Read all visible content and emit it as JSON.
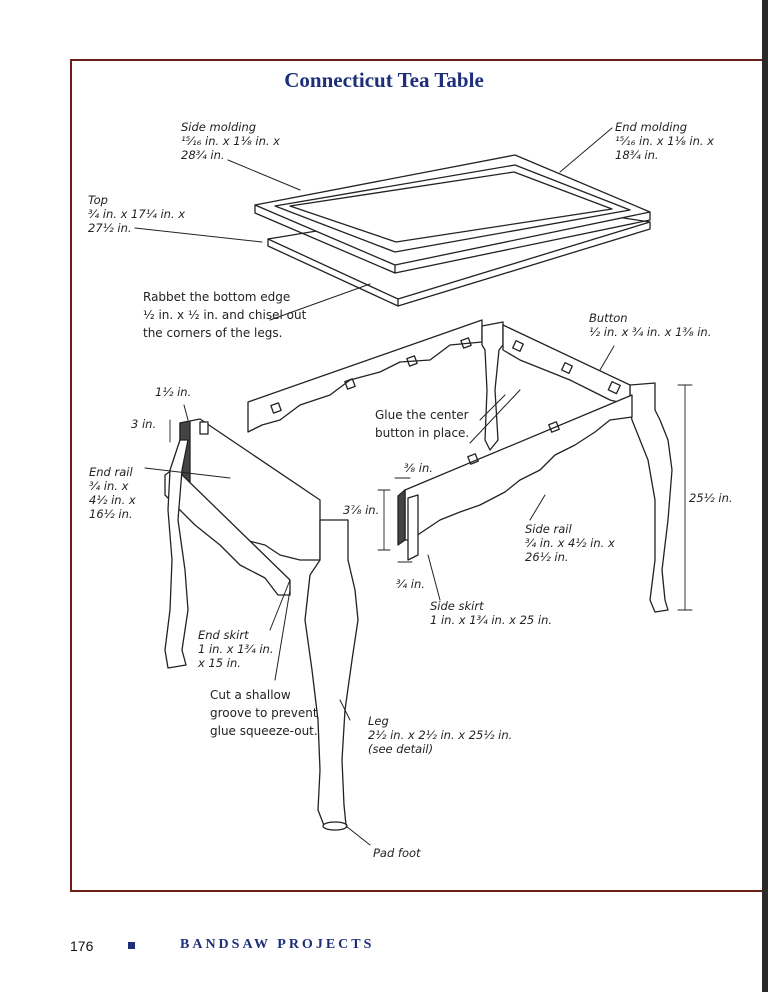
{
  "title": "Connecticut Tea Table",
  "labels": {
    "side_molding": "Side molding\n¹⁵⁄₁₆ in. x 1¹⁄₈ in. x\n28³⁄₄ in.",
    "end_molding": "End molding\n¹⁵⁄₁₆ in. x 1¹⁄₈ in. x\n18³⁄₄ in.",
    "top": "Top\n³⁄₄ in. x 17¹⁄₄ in. x\n27¹⁄₂ in.",
    "rabbet_note": "Rabbet the bottom edge\n¹⁄₂ in. x ¹⁄₂ in. and chisel out\nthe corners of the legs.",
    "button": "Button\n¹⁄₂ in. x ³⁄₄ in. x 1³⁄₈ in.",
    "dim_1_5": "1¹⁄₂ in.",
    "dim_3": "3 in.",
    "glue_center": "Glue the center\nbutton in place.",
    "end_rail": "End rail\n³⁄₄ in. x\n4¹⁄₂ in. x\n16¹⁄₂ in.",
    "dim_3_8": "³⁄₈ in.",
    "dim_3_7_8": "3⁷⁄₈ in.",
    "dim_25_5": "25¹⁄₂ in.",
    "side_rail": "Side rail\n³⁄₄ in. x 4¹⁄₂ in. x\n26¹⁄₂ in.",
    "dim_3_4": "³⁄₄ in.",
    "side_skirt": "Side skirt\n1 in. x 1³⁄₄ in. x 25 in.",
    "end_skirt": "End skirt\n1 in. x 1³⁄₄ in.\nx 15 in.",
    "groove_note": "Cut a shallow\ngroove to prevent\nglue squeeze-out.",
    "leg": "Leg\n2¹⁄₂ in. x 2¹⁄₂ in. x 25¹⁄₂ in.\n(see detail)",
    "pad_foot": "Pad foot"
  },
  "footer": {
    "page_number": "176",
    "book_title": "BANDSAW PROJECTS"
  },
  "colors": {
    "title": "#1e2f7a",
    "frame": "#6b1f16",
    "ink": "#222222"
  }
}
